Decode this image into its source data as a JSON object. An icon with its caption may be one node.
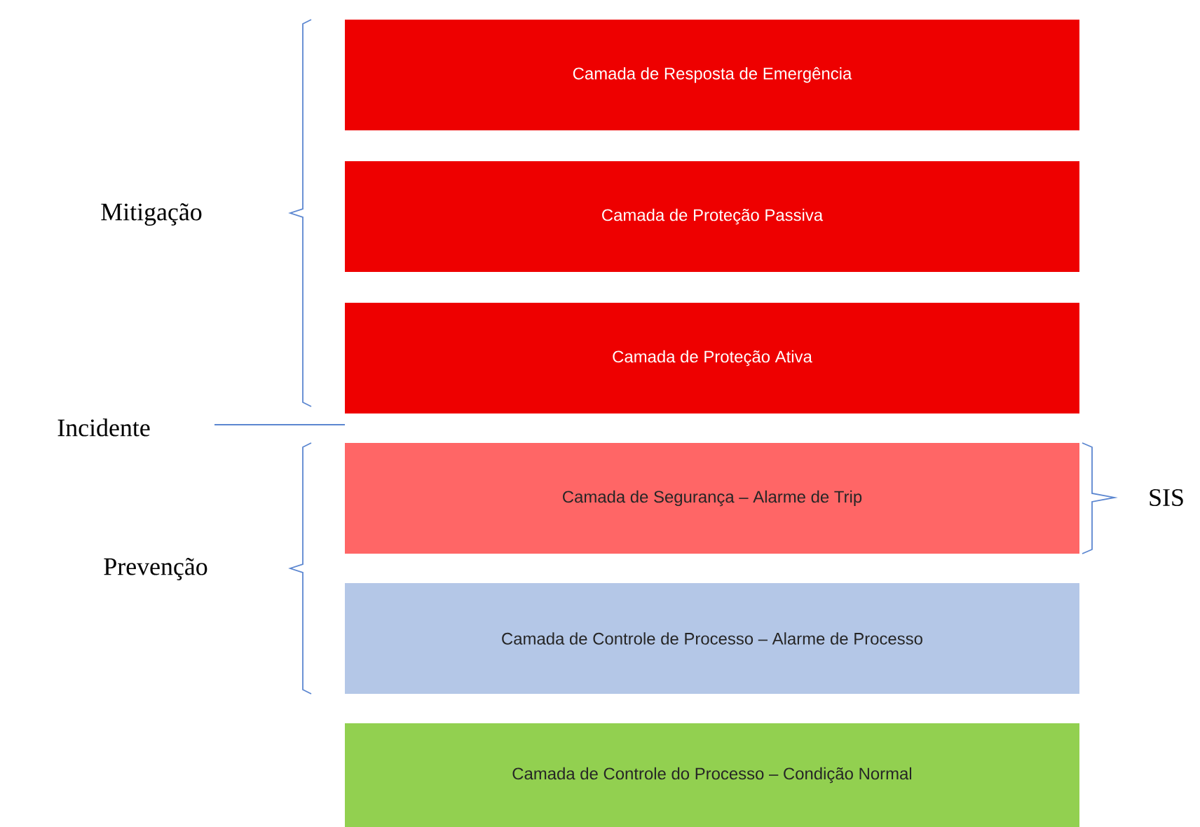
{
  "diagram": {
    "nodes": [
      {
        "text": [
          "Camada de Resposta de Emergência"
        ]
      },
      {
        "text": [
          "Camada de Proteção Passiva"
        ]
      },
      {
        "text": [
          "Camada de Proteção Ativa"
        ]
      },
      {
        "text": [
          "Camada de Segurança – Alarme de Trip"
        ]
      },
      {
        "text": [
          "Camada de Controle de Processo – Alarme de Processo"
        ]
      },
      {
        "text": [
          "Camada de Controle do Processo – Condição Normal"
        ]
      }
    ],
    "labels": [
      "Mitigação",
      "Incidente",
      "Prevenção",
      "SIS"
    ]
  }
}
